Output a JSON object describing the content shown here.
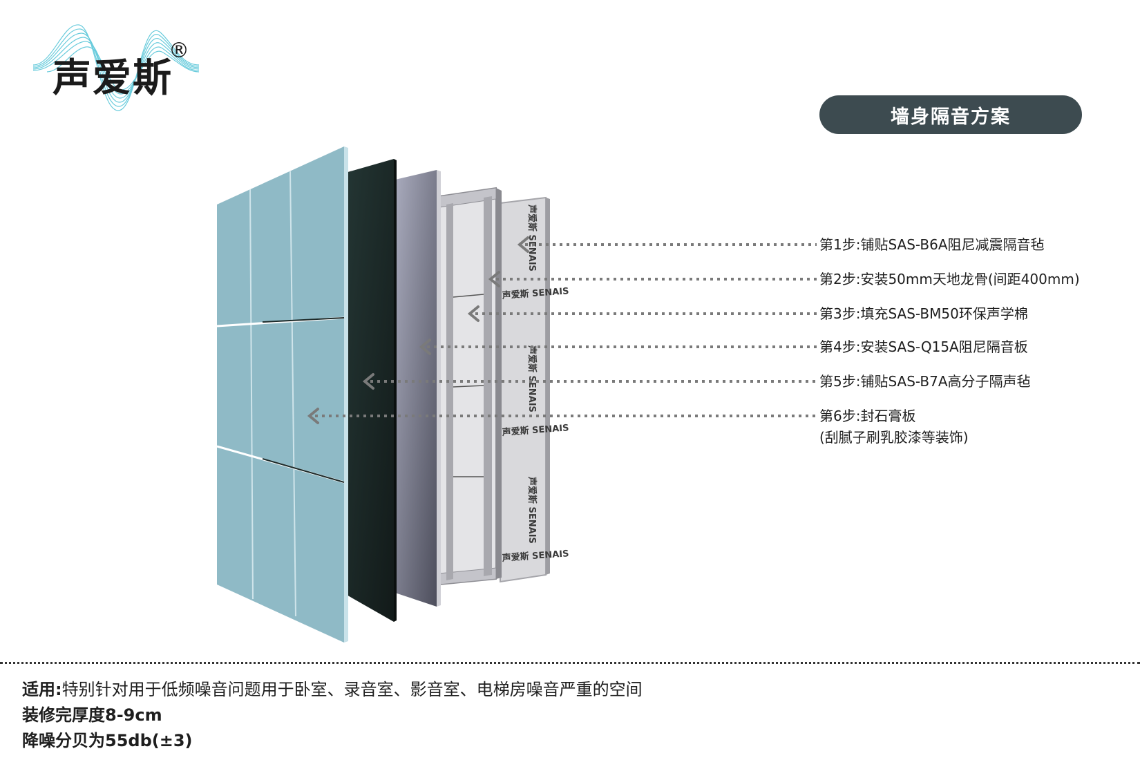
{
  "brand": {
    "logo_text": "声爱斯",
    "registered": "®",
    "colors": {
      "wave": "#4fc3d6",
      "text": "#1b1b1b"
    }
  },
  "title": "墙身隔音方案",
  "colors": {
    "pill": "#3d4b50",
    "tile": "#8fbac6",
    "damping_felt": "#1d2a29",
    "board": "#7c7e90",
    "frame": "#b9b9bf",
    "wool": "#e3e3e6",
    "arrow": "#7a7a7a"
  },
  "panel_brand": "声爱斯 SENAIS",
  "steps": [
    {
      "label": "第1步:铺贴SAS-B6A阻尼减震隔音毡"
    },
    {
      "label": "第2步:安装50mm天地龙骨(间距400mm)"
    },
    {
      "label": "第3步:填充SAS-BM50环保声学棉"
    },
    {
      "label": "第4步:安装SAS-Q15A阻尼隔音板"
    },
    {
      "label": "第5步:铺贴SAS-B7A高分子隔声毡"
    },
    {
      "label": "第6步:封石膏板",
      "sub": "(刮腻子刷乳胶漆等装饰)"
    }
  ],
  "notes": {
    "usage_label": "适用:",
    "usage_text": "特别针对用于低频噪音问题用于卧室、录音室、影音室、电梯房噪音严重的空间",
    "thickness": "装修完厚度8-9cm",
    "noise": "降噪分贝为55db(±3)"
  }
}
